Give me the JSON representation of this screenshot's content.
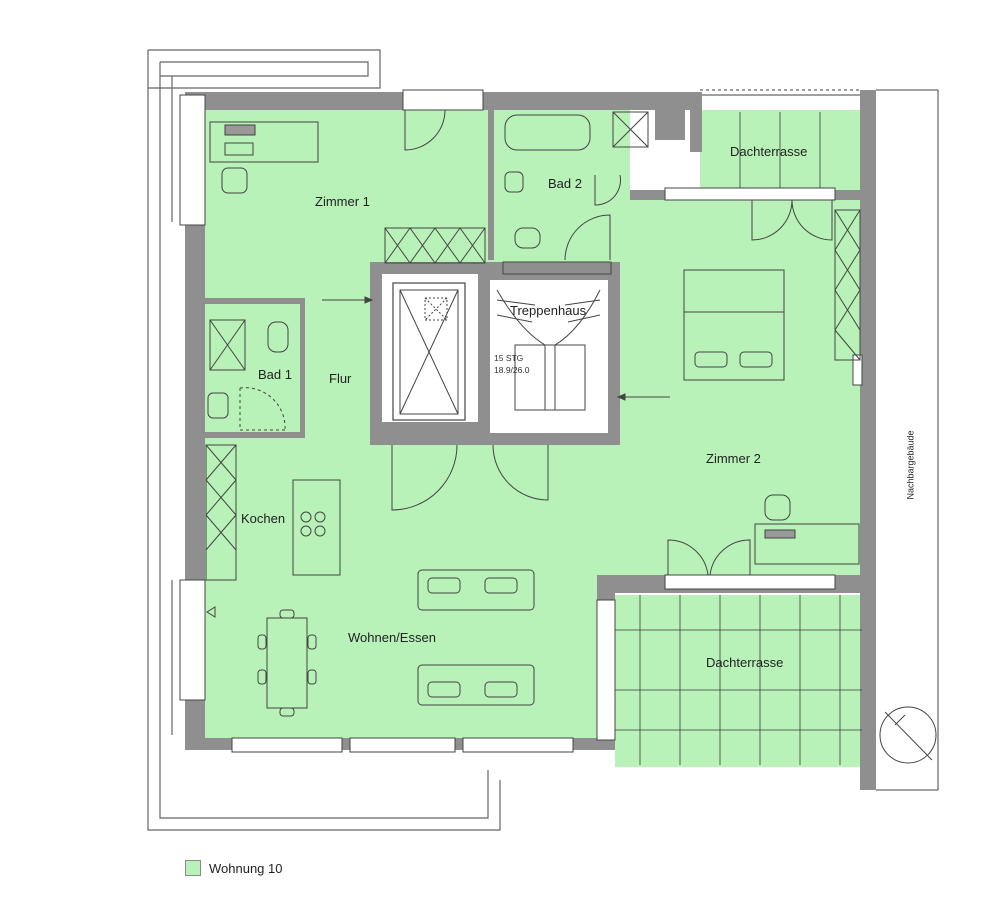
{
  "colors": {
    "floor": "#b8f2b8",
    "terrace": "#b8f2b8",
    "wall": "#8f8f8f",
    "line": "#444444"
  },
  "rooms": {
    "zimmer1": "Zimmer 1",
    "bad2": "Bad 2",
    "dachterrasse_top": "Dachterrasse",
    "treppenhaus": "Treppenhaus",
    "bad1": "Bad 1",
    "flur": "Flur",
    "zimmer2": "Zimmer 2",
    "kochen": "Kochen",
    "wohnen_essen": "Wohnen/Essen",
    "dachterrasse_bottom": "Dachterrasse"
  },
  "stairs": {
    "steps": "15 STG",
    "ratio": "18.9/26.0"
  },
  "neighbor": "Nachbargebäude",
  "legend": {
    "label": "Wohnung 10"
  }
}
